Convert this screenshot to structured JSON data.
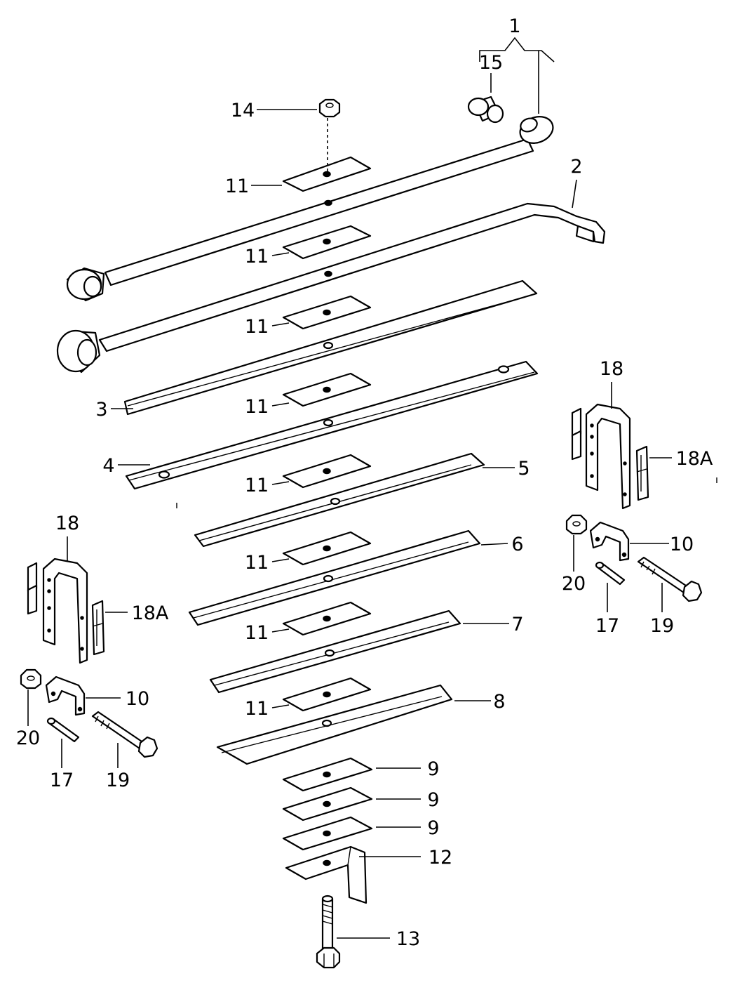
{
  "diagram": {
    "type": "exploded parts diagram",
    "subject": "leaf spring assembly",
    "callouts": {
      "c1": "1",
      "c2": "2",
      "c3": "3",
      "c4": "4",
      "c5": "5",
      "c6": "6",
      "c7": "7",
      "c8": "8",
      "c9": "9",
      "c10": "10",
      "c11": "11",
      "c12": "12",
      "c13": "13",
      "c14": "14",
      "c15": "15",
      "c17": "17",
      "c18": "18",
      "c18a": "18A",
      "c19": "19",
      "c20": "20"
    }
  }
}
